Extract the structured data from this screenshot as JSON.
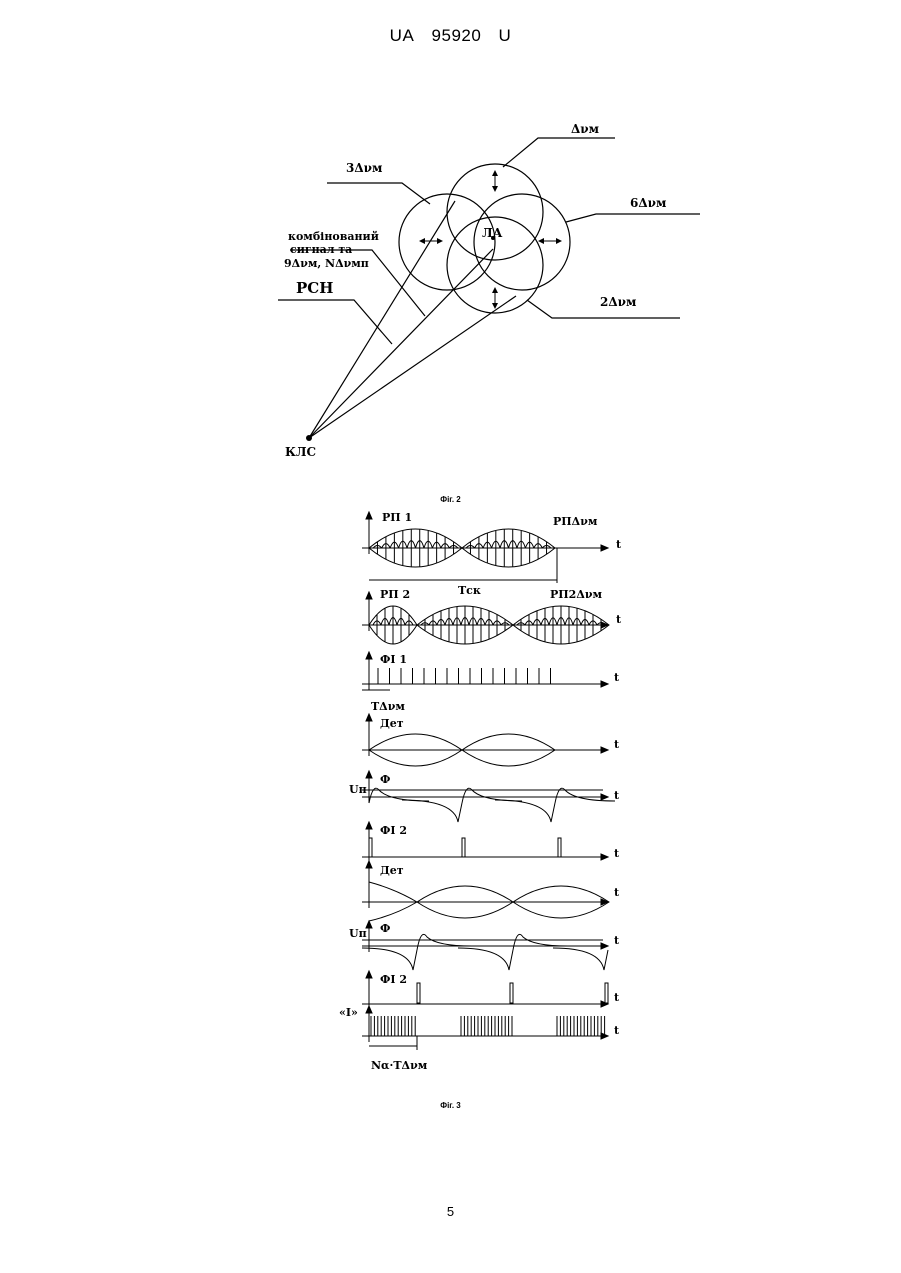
{
  "header": {
    "doc_prefix": "UA",
    "doc_number": "95920",
    "doc_kind": "U"
  },
  "figure2": {
    "caption": "Фіг. 2",
    "labels": {
      "dnu": "Δνм",
      "three_dnu": "3Δνм",
      "six_dnu": "6Δνм",
      "two_dnu": "2Δνм",
      "combined_line1": "комбінований",
      "combined_line2": "сигнал та",
      "combined_line3": "9Δνм, NΔνмп",
      "rsn": "РСН",
      "la": "ЛА",
      "kls": "КЛС"
    }
  },
  "figure3": {
    "caption": "Фіг. 3",
    "labels": {
      "rp1": "РП 1",
      "rp_dnu": "РПΔνм",
      "t_sk": "Тск",
      "rp2": "РП 2",
      "rp_2dnu": "РП2Δνм",
      "fi1": "ФІ 1",
      "t_dnu": "ТΔνм",
      "det": "Дет",
      "up": "Uп",
      "phi": "Ф",
      "fi2": "ФІ 2",
      "i_label": "«І»",
      "n_t": "Nα·ТΔνм",
      "t": "t"
    }
  },
  "footer": {
    "page_number": "5"
  }
}
